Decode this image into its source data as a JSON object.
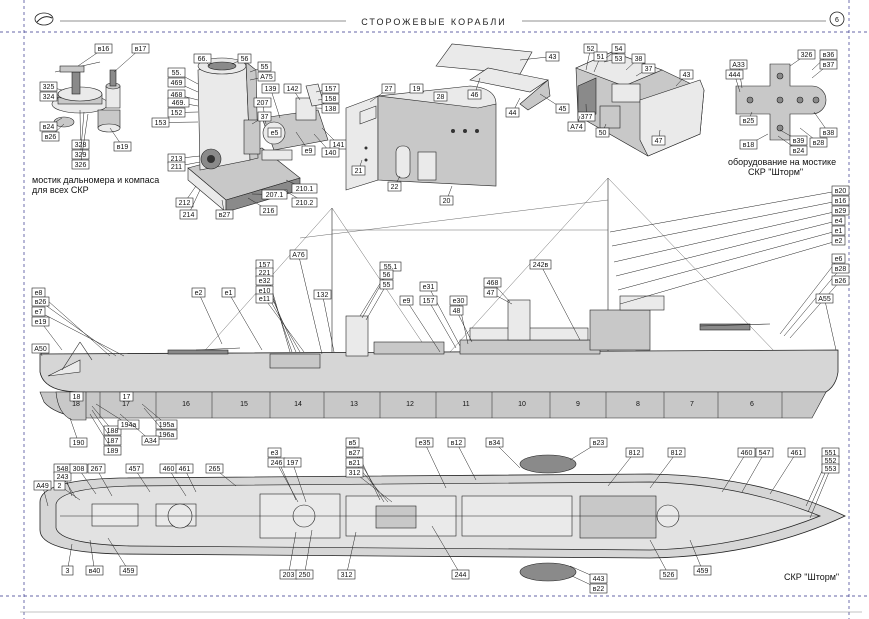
{
  "header": {
    "title": "СТОРОЖЕВЫЕ КОРАБЛИ",
    "page_number": "6"
  },
  "captions": {
    "rangefinder_line1": "мостик дальномера и компаса",
    "rangefinder_line2": "для всех СКР",
    "bridge_line1": "оборудование на мостике",
    "bridge_line2": "СКР \"Шторм\"",
    "ship_name": "СКР \"Шторм\""
  },
  "parts": {
    "rangefinder": [
      "в16",
      "в17",
      "325",
      "324",
      "в24",
      "в26",
      "в19",
      "328",
      "329",
      "326"
    ],
    "funnel_engine": [
      "66.",
      "56",
      "55",
      "А75",
      "55.",
      "469",
      "468",
      "469.",
      "152",
      "153",
      "139",
      "207",
      "142",
      "157",
      "158",
      "138",
      "141",
      "140",
      "е9",
      "е5",
      "37",
      "213",
      "211",
      "212",
      "214",
      "в27",
      "216",
      "207.1",
      "210.1",
      "210.2"
    ],
    "superstructure": [
      "27",
      "19",
      "28",
      "21",
      "22",
      "20"
    ],
    "deckhouse": [
      "43",
      "46",
      "44",
      "45",
      "52",
      "51",
      "54",
      "53",
      "38",
      "37",
      "43",
      "377",
      "А74",
      "50",
      "47"
    ],
    "bridge_equipment": [
      "А33",
      "444",
      "326",
      "в36",
      "в37",
      "в25",
      "в18",
      "в39",
      "в24",
      "в28",
      "в38"
    ],
    "profile_top": [
      "е8",
      "в26",
      "е7",
      "е19",
      "е2",
      "е1",
      "157",
      "221",
      "е32",
      "е10",
      "е11",
      "А76",
      "132",
      "55.1",
      "56",
      "55",
      "е31",
      "е9",
      "157",
      "е30",
      "48",
      "468",
      "47",
      "242в",
      "в20",
      "в16",
      "в29",
      "е4",
      "е1",
      "е2",
      "е6",
      "в28",
      "в26",
      "А55",
      "А50"
    ],
    "profile_bottom": [
      "18",
      "17",
      "188",
      "187",
      "189",
      "190",
      "194а",
      "195а",
      "196а",
      "А34"
    ],
    "hull_sections": [
      "18",
      "17",
      "16",
      "15",
      "14",
      "13",
      "12",
      "11",
      "10",
      "9",
      "8",
      "7",
      "6"
    ],
    "plan_top": [
      "А49",
      "548",
      "243",
      "2",
      "308",
      "267",
      "457",
      "460",
      "461",
      "265",
      "е3",
      "246",
      "197",
      "в5",
      "в27",
      "в21",
      "312",
      "е35",
      "в12",
      "в34",
      "в23",
      "812",
      "812",
      "460",
      "547",
      "461",
      "551",
      "552",
      "553"
    ],
    "plan_bottom": [
      "3",
      "в40",
      "459",
      "203",
      "250",
      "312",
      "244",
      "443",
      "в22",
      "526",
      "459"
    ]
  },
  "colors": {
    "line": "#222222",
    "hull_fill": "#d6d6d6",
    "frame_dash": "#33338a"
  }
}
